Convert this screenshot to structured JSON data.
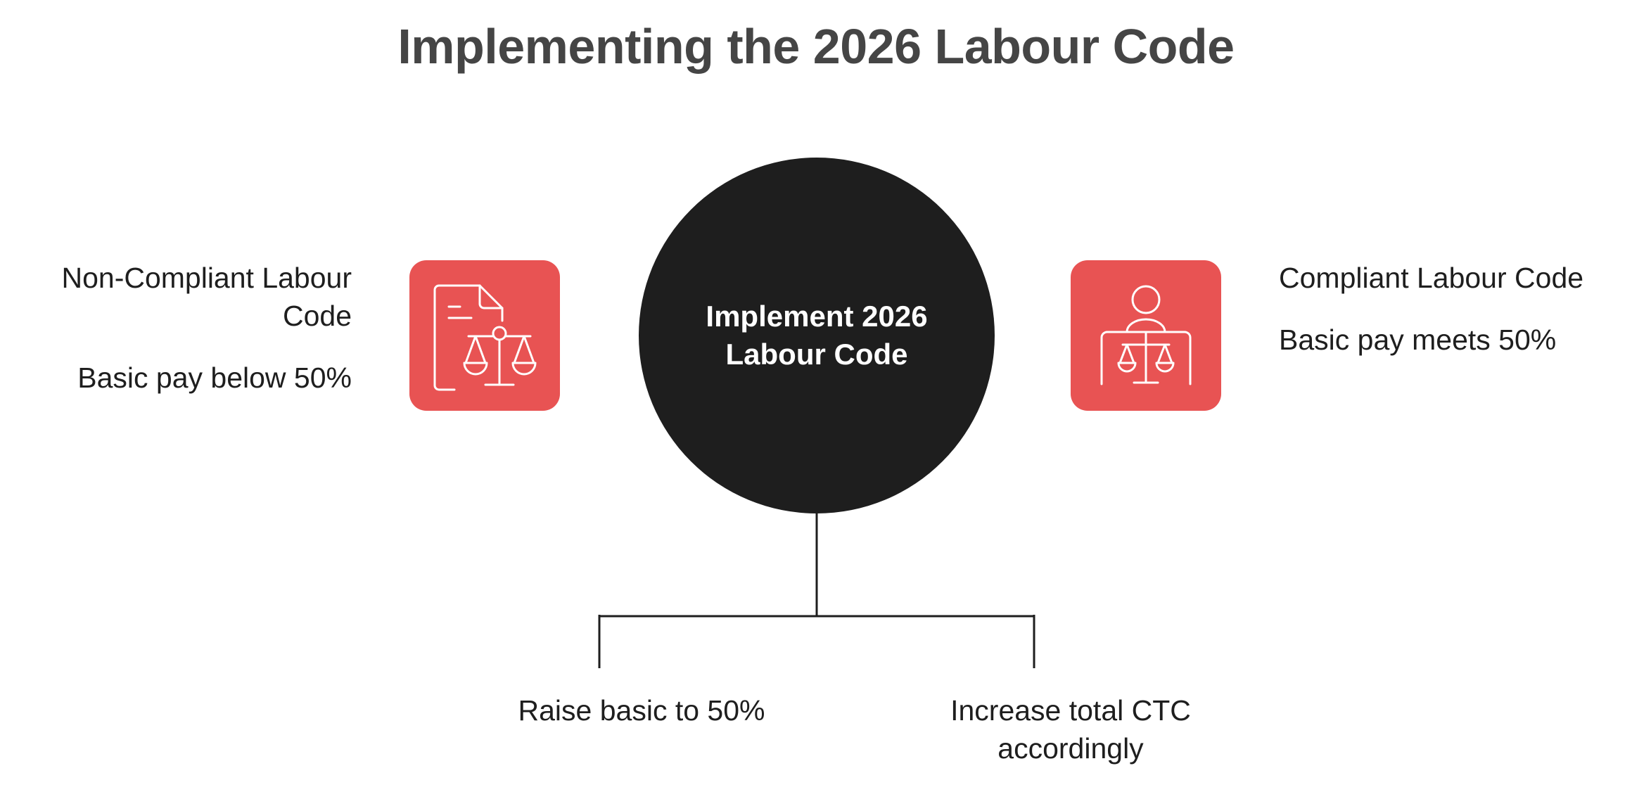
{
  "title": "Implementing the 2026 Labour Code",
  "hub": {
    "label": "Implement 2026 Labour Code"
  },
  "left_option": {
    "title_line1": "Non-Compliant Labour",
    "title_line2": "Code",
    "detail": "Basic pay below 50%",
    "icon": "document-scales-icon"
  },
  "right_option": {
    "title": "Compliant Labour Code",
    "detail": "Basic pay meets 50%",
    "icon": "judge-scales-icon"
  },
  "branches": [
    {
      "line1": "Raise basic to 50%",
      "line2": ""
    },
    {
      "line1": "Increase total CTC",
      "line2": "accordingly"
    }
  ],
  "colors": {
    "title": "#454545",
    "hub": "#1e1e1e",
    "icon_bg": "#e85353",
    "text": "#1e1e1e"
  }
}
